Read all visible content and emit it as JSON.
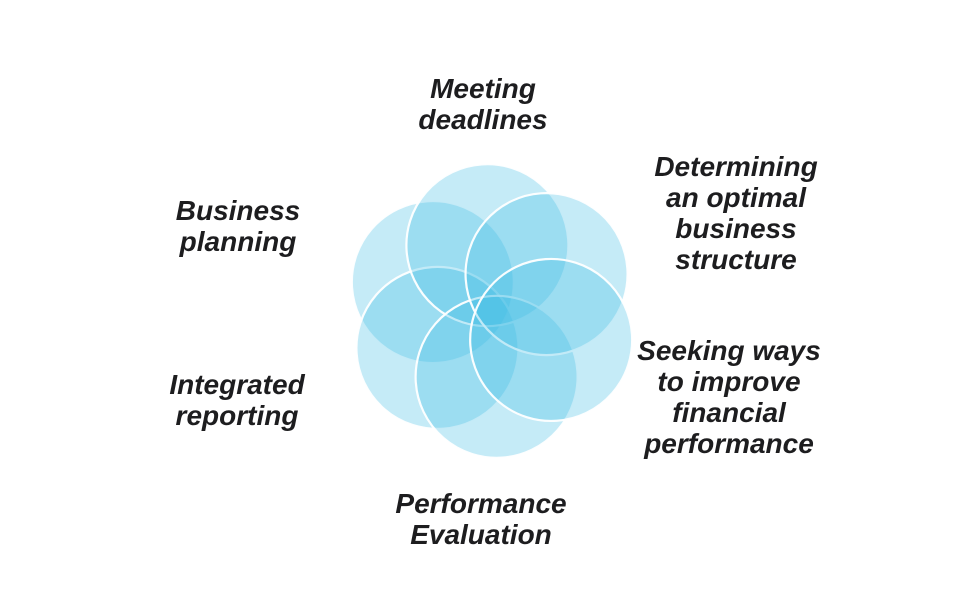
{
  "diagram": {
    "background_color": "#ffffff",
    "petal_fill": "#3FBEE5",
    "petal_fill_opacity": "0.30",
    "petal_stroke": "#ffffff",
    "petal_stroke_opacity": "0.95",
    "text_color": "#1d1d1f",
    "labels": {
      "top": "Meeting\ndeadlines",
      "top_right": "Determining\nan optimal\nbusiness\nstructure",
      "bottom_right": "Seeking ways\nto improve\nfinancial\nperformance",
      "bottom": "Performance\nEvaluation",
      "bottom_left": "Integrated\nreporting",
      "top_left": "Business\nplanning"
    }
  }
}
